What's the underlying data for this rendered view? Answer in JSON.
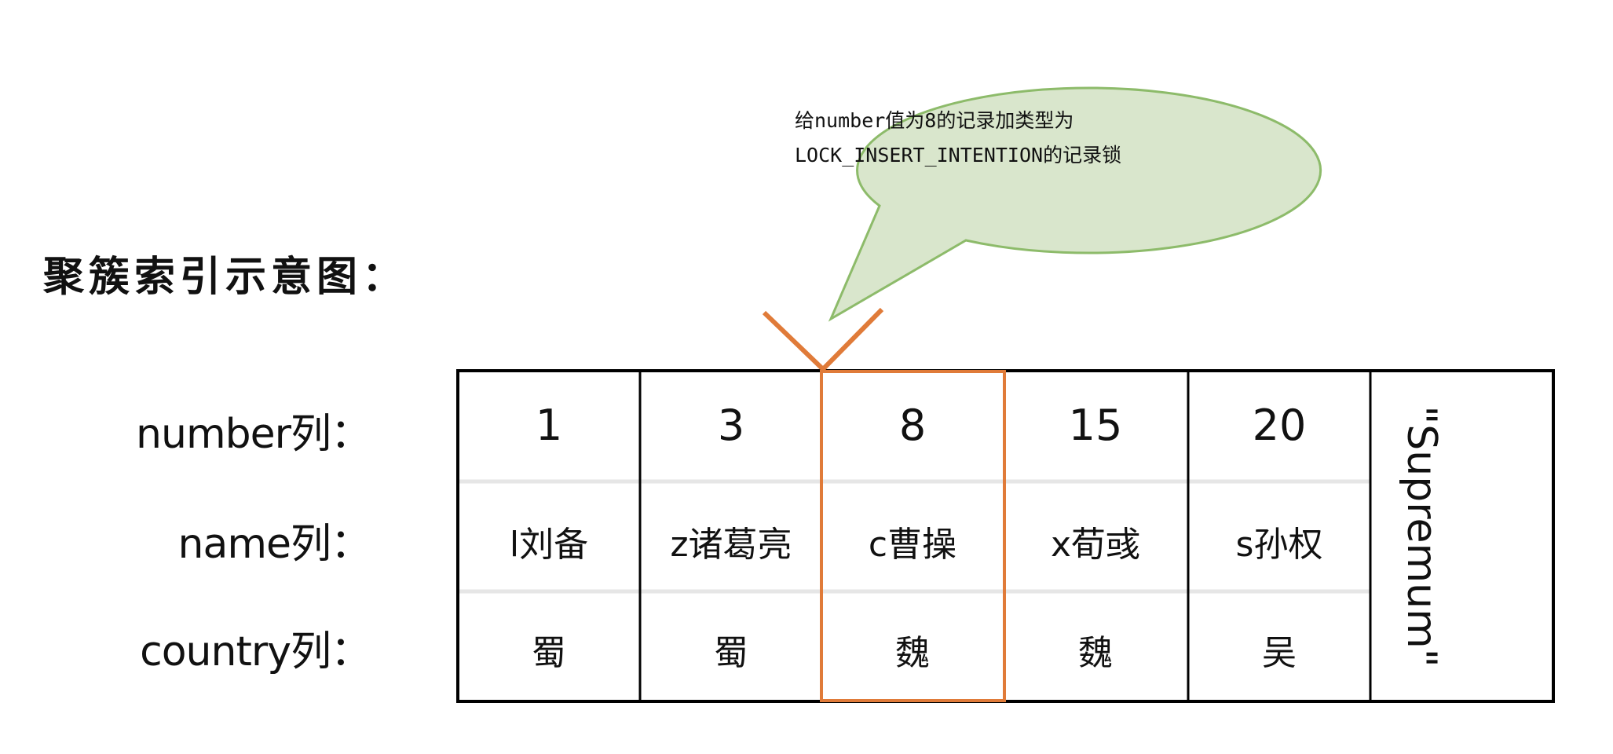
{
  "title": "聚簇索引示意图：",
  "callout": {
    "line1": "给number值为8的记录加类型为",
    "line2": "LOCK_INSERT_INTENTION的记录锁"
  },
  "row_labels": {
    "number": "number列：",
    "name": "name列：",
    "country": "country列："
  },
  "records": [
    {
      "number": "1",
      "name": "l刘备",
      "country": "蜀"
    },
    {
      "number": "3",
      "name": "z诸葛亮",
      "country": "蜀"
    },
    {
      "number": "8",
      "name": "c曹操",
      "country": "魏"
    },
    {
      "number": "15",
      "name": "x荀彧",
      "country": "魏"
    },
    {
      "number": "20",
      "name": "s孙权",
      "country": "吴"
    }
  ],
  "supremum_label": "\"Supremum\"",
  "highlighted_record_number": "8",
  "colors": {
    "highlight": "#e07b39",
    "bubble_fill": "#d9e6cc",
    "bubble_stroke": "#8dbb6a",
    "grid": "#000000"
  }
}
